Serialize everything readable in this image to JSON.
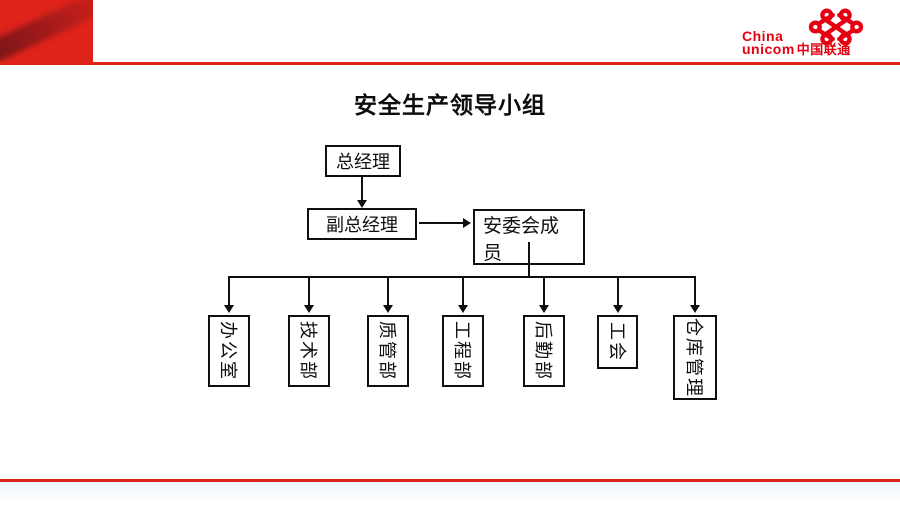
{
  "slide": {
    "title": "安全生产领导小组",
    "accent_red": "#DF221A",
    "swoosh_dark_red": "#6F1418",
    "line_color": "#0F0F0F"
  },
  "logo": {
    "line1": "China",
    "line2": "unicom",
    "cjk": "中国联通",
    "icon": "unicom-knot-icon",
    "color": "#E60012"
  },
  "org_chart": {
    "root": {
      "label": "总经理"
    },
    "deputy": {
      "label": "副总经理"
    },
    "committee": {
      "label": "安委会成员"
    },
    "departments": [
      {
        "label": "办公室"
      },
      {
        "label": "技术部"
      },
      {
        "label": "质管部"
      },
      {
        "label": "工程部"
      },
      {
        "label": "后勤部"
      },
      {
        "label": "工会"
      },
      {
        "label": "仓库管理"
      }
    ]
  }
}
